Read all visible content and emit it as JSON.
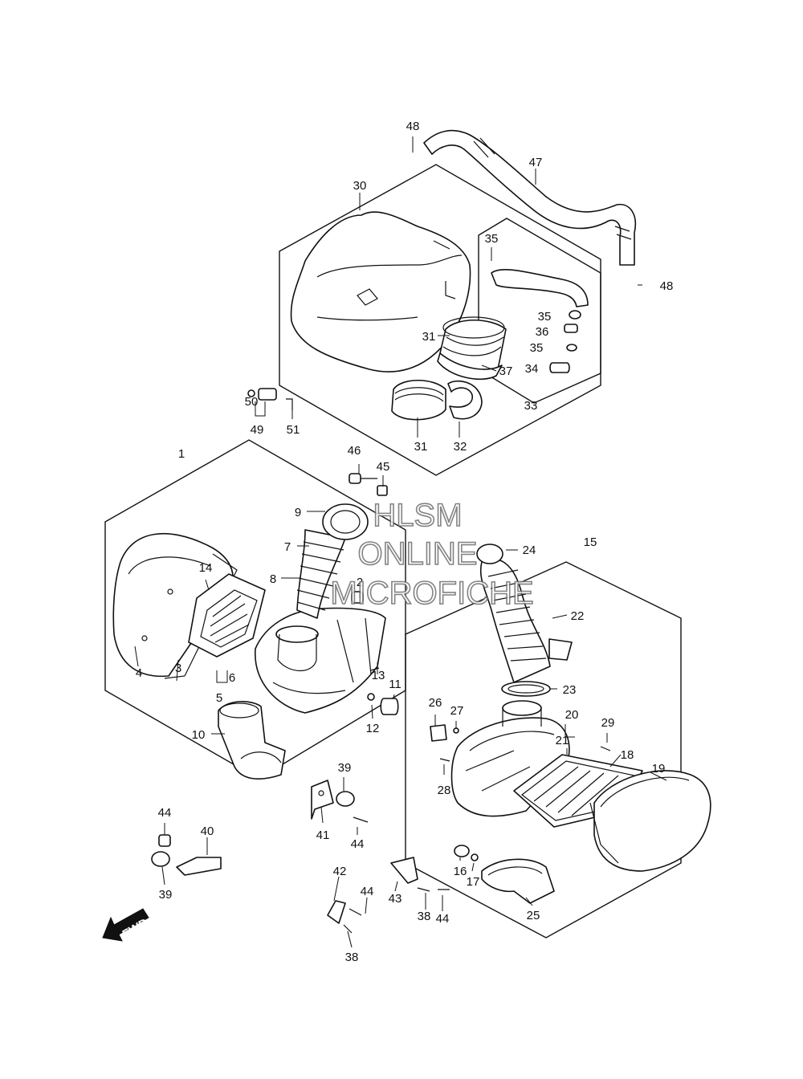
{
  "watermark": {
    "line1": "HLSM",
    "line2": "ONLINE",
    "line3": "MICROFICHE"
  },
  "direction_marker": {
    "text": "FWD",
    "icon": "arrow-forward-icon"
  },
  "callouts": {
    "c1": "1",
    "c2": "2",
    "c3": "3",
    "c4": "4",
    "c5": "5",
    "c6": "6",
    "c7": "7",
    "c8": "8",
    "c9": "9",
    "c10": "10",
    "c11": "11",
    "c12": "12",
    "c13": "13",
    "c14": "14",
    "c15": "15",
    "c16": "16",
    "c17": "17",
    "c18": "18",
    "c19": "19",
    "c20": "20",
    "c21": "21",
    "c22": "22",
    "c23": "23",
    "c24": "24",
    "c25": "25",
    "c26": "26",
    "c27": "27",
    "c28": "28",
    "c29": "29",
    "c30": "30",
    "c31a": "31",
    "c31b": "31",
    "c32": "32",
    "c33": "33",
    "c34": "34",
    "c35a": "35",
    "c35b": "35",
    "c35c": "35",
    "c36": "36",
    "c37": "37",
    "c38a": "38",
    "c38b": "38",
    "c39a": "39",
    "c39b": "39",
    "c40": "40",
    "c41": "41",
    "c42": "42",
    "c43": "43",
    "c44a": "44",
    "c44b": "44",
    "c44c": "44",
    "c44d": "44",
    "c45": "45",
    "c46": "46",
    "c47": "47",
    "c48a": "48",
    "c48b": "48",
    "c49": "49",
    "c50": "50",
    "c51": "51"
  }
}
